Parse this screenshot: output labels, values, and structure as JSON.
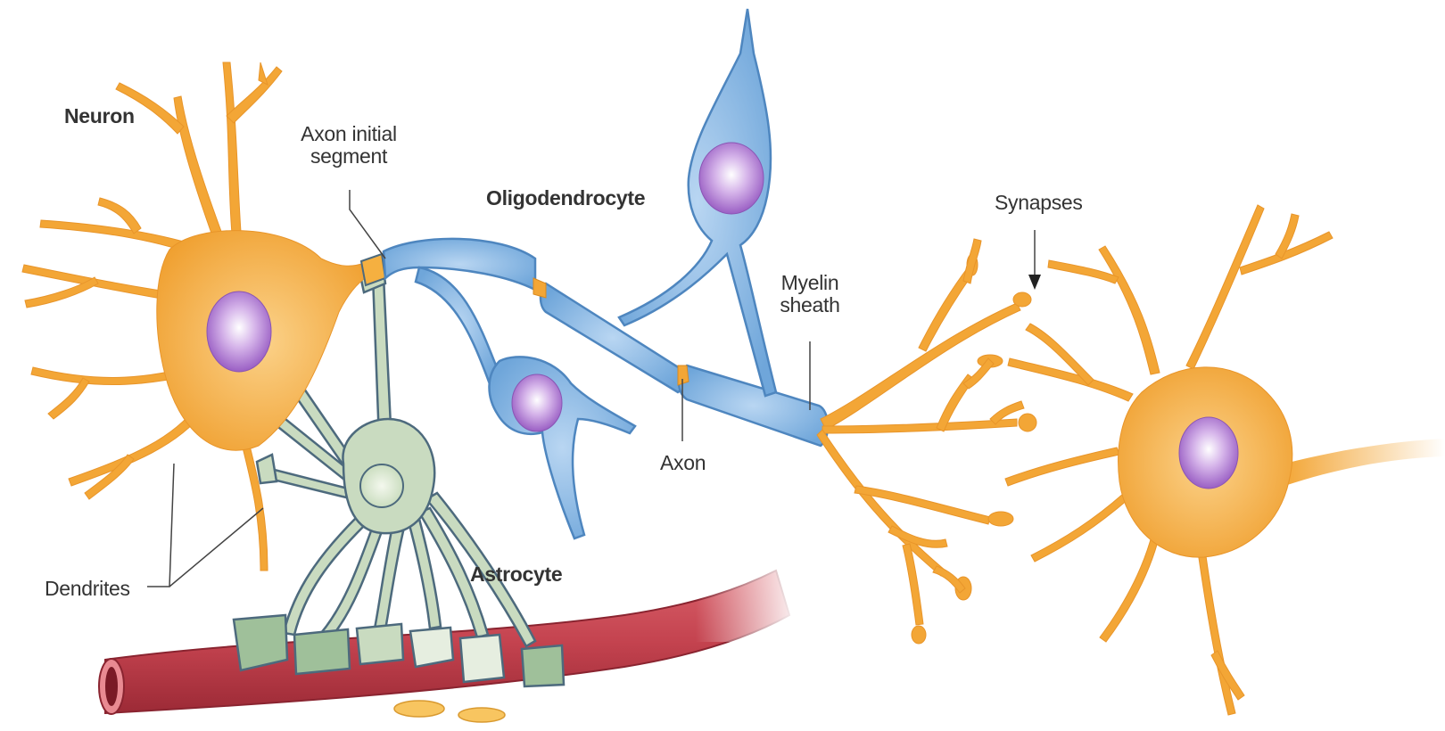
{
  "labels": {
    "neuron": "Neuron",
    "axon_initial_line1": "Axon initial",
    "axon_initial_line2": "segment",
    "oligodendrocyte": "Oligodendrocyte",
    "synapses": "Synapses",
    "myelin_line1": "Myelin",
    "myelin_line2": "sheath",
    "axon": "Axon",
    "astrocyte": "Astrocyte",
    "dendrites": "Dendrites"
  },
  "colors": {
    "neuron": "#f3a636",
    "neuron_light": "#f9c46a",
    "nucleus": "#b07bd0",
    "oligodendrocyte": "#7fb2e0",
    "oligo_dark": "#5a8fc4",
    "astrocyte": "#c9dbc0",
    "astro_dark": "#5a7a8a",
    "vessel": "#c4434f",
    "vessel_dark": "#8a2430"
  }
}
